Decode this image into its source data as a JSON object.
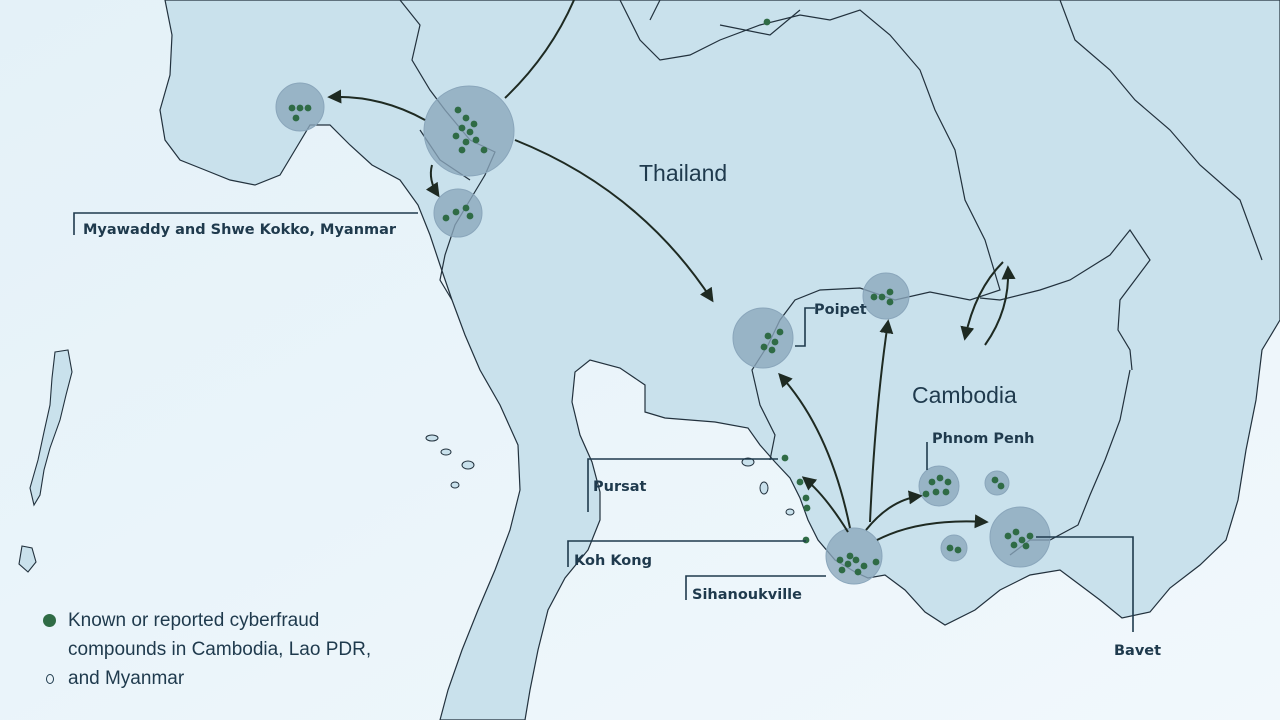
{
  "map": {
    "colors": {
      "sea": "#eaf4fa",
      "land": "#c9e1ec",
      "border": "#22313d",
      "cluster": "#8aa6bb",
      "dot": "#2f6b45"
    },
    "countries": {
      "thailand": "Thailand",
      "cambodia": "Cambodia"
    },
    "places": {
      "myawaddy": "Myawaddy and Shwe Kokko, Myanmar",
      "poipet": "Poipet",
      "phnom_penh": "Phnom Penh",
      "pursat": "Pursat",
      "koh_kong": "Koh Kong",
      "sihanoukville": "Sihanoukville",
      "bavet": "Bavet"
    }
  },
  "legend": {
    "compounds": "Known or reported cyberfraud compounds in Cambodia, Lao PDR, and Myanmar"
  }
}
